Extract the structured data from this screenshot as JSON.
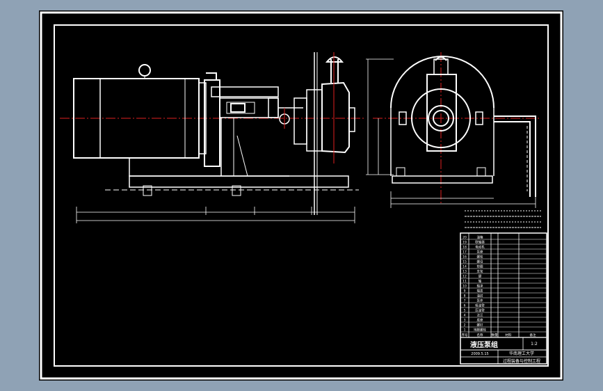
{
  "drawing": {
    "title": "液压泵组",
    "scale": "1:2",
    "date": "2009.5.15"
  },
  "title_block": {
    "school_line1": "华南理工大学",
    "school_line2": "过程装备与控制工程"
  },
  "parts_list": {
    "header": [
      "序号",
      "名称",
      "数量",
      "材料",
      "备注"
    ],
    "rows": [
      {
        "no": "20",
        "name": "油箱"
      },
      {
        "no": "19",
        "name": "联轴器"
      },
      {
        "no": "18",
        "name": "电动机"
      },
      {
        "no": "17",
        "name": "泵座"
      },
      {
        "no": "16",
        "name": "螺栓"
      },
      {
        "no": "15",
        "name": "螺母"
      },
      {
        "no": "14",
        "name": "垫圈"
      },
      {
        "no": "13",
        "name": "支架"
      },
      {
        "no": "12",
        "name": "键"
      },
      {
        "no": "11",
        "name": "轴"
      },
      {
        "no": "10",
        "name": "轴承"
      },
      {
        "no": "9",
        "name": "端盖"
      },
      {
        "no": "8",
        "name": "油封"
      },
      {
        "no": "7",
        "name": "泵体"
      },
      {
        "no": "6",
        "name": "吸油管"
      },
      {
        "no": "5",
        "name": "压油管"
      },
      {
        "no": "4",
        "name": "法兰"
      },
      {
        "no": "3",
        "name": "底座"
      },
      {
        "no": "2",
        "name": "螺钉"
      },
      {
        "no": "1",
        "name": "地脚螺栓"
      }
    ]
  }
}
